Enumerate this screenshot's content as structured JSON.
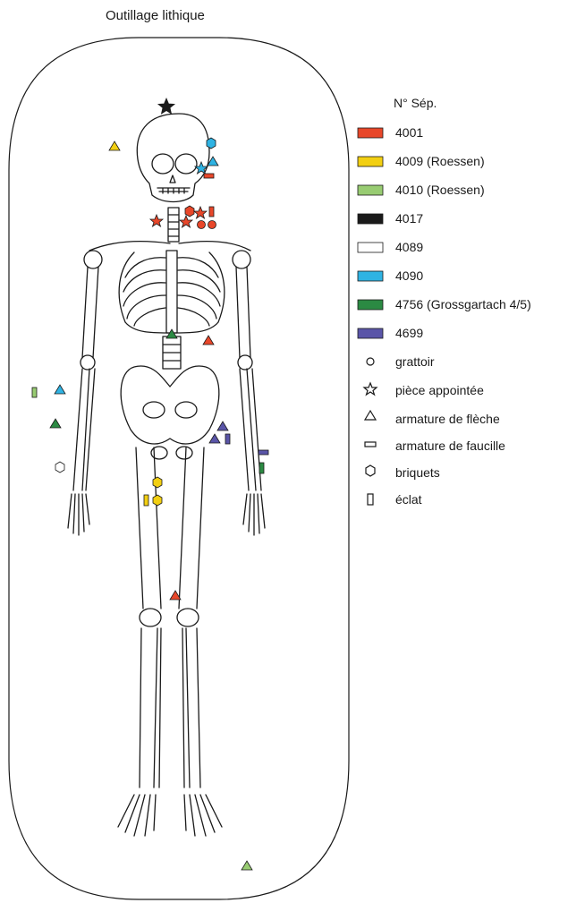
{
  "title": "Outillage lithique",
  "legend": {
    "title": "N° Sép.",
    "colors": [
      {
        "label": "4001",
        "color": "#e8472a"
      },
      {
        "label": "4009 (Roessen)",
        "color": "#f2cf12"
      },
      {
        "label": "4010 (Roessen)",
        "color": "#98cc72"
      },
      {
        "label": "4017",
        "color": "#1a1a1a"
      },
      {
        "label": "4089",
        "color": "#ffffff"
      },
      {
        "label": "4090",
        "color": "#2fb3e3"
      },
      {
        "label": "4756 (Grossgartach 4/5)",
        "color": "#2b8a43"
      },
      {
        "label": "4699",
        "color": "#5a55a8"
      }
    ],
    "shapes": [
      {
        "label": "grattoir",
        "icon": "circle"
      },
      {
        "label": "pièce appointée",
        "icon": "star"
      },
      {
        "label": "armature de flèche",
        "icon": "triangle"
      },
      {
        "label": "armature de faucille",
        "icon": "rectangle"
      },
      {
        "label": "briquets",
        "icon": "hexagon"
      },
      {
        "label": "éclat",
        "icon": "tall-rectangle"
      }
    ]
  }
}
